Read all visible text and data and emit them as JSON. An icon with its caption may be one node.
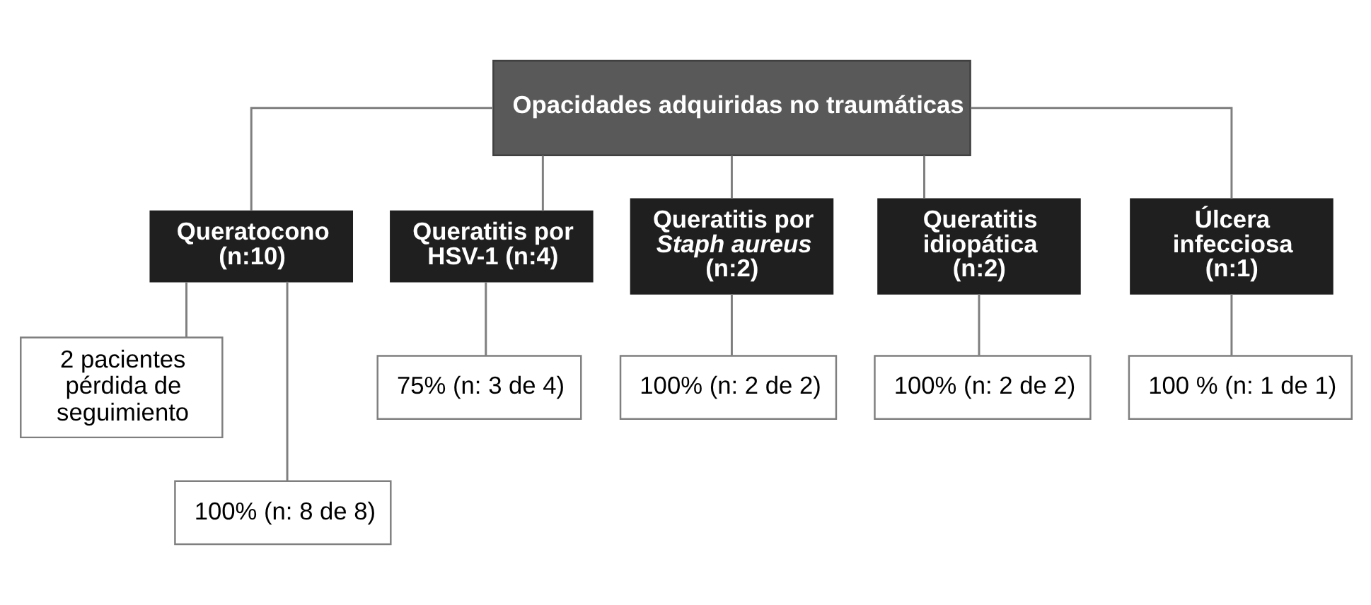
{
  "diagram": {
    "nodes": [
      {
        "text": [
          "Opacidades adquiridas no traumáticas"
        ]
      },
      {
        "text": [
          "Queratocono (n:10)"
        ]
      },
      {
        "text": [
          "Queratitis por HSV-1 (n:4)"
        ]
      },
      {
        "text": [
          "Queratitis por *Staph aureus* (n:2)"
        ]
      },
      {
        "text": [
          "Queratitis idiopática (n:2)"
        ]
      },
      {
        "text": [
          "Úlcera infecciosa (n:1)"
        ]
      },
      {
        "text": [
          "2 pacientes pérdida de seguimiento"
        ]
      },
      {
        "text": [
          "100% (n: 8 de 8)"
        ]
      },
      {
        "text": [
          "75% (n: 3 de 4)"
        ]
      },
      {
        "text": [
          "100% (n: 2 de 2)"
        ]
      },
      {
        "text": [
          "100% (n: 2 de 2)"
        ]
      },
      {
        "text": [
          "100 % (n: 1 de 1)"
        ]
      }
    ],
    "edges": [
      {
        "from": 0,
        "to": 1,
        "arrow": "none"
      },
      {
        "from": 0,
        "to": 2,
        "arrow": "none"
      },
      {
        "from": 0,
        "to": 3,
        "arrow": "none"
      },
      {
        "from": 0,
        "to": 4,
        "arrow": "none"
      },
      {
        "from": 0,
        "to": 5,
        "arrow": "none"
      },
      {
        "from": 1,
        "to": 6,
        "arrow": "none"
      },
      {
        "from": 1,
        "to": 7,
        "arrow": "none"
      },
      {
        "from": 2,
        "to": 8,
        "arrow": "none"
      },
      {
        "from": 3,
        "to": 9,
        "arrow": "none"
      },
      {
        "from": 4,
        "to": 10,
        "arrow": "none"
      },
      {
        "from": 5,
        "to": 11,
        "arrow": "none"
      }
    ]
  }
}
